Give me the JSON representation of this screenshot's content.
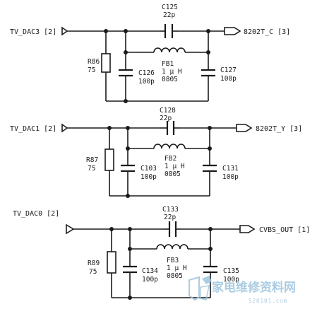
{
  "sections": [
    {
      "input_net": "TV_DAC3 [2]",
      "output_net": "8202T_C [3]",
      "resistor": {
        "ref": "R86",
        "value": "75"
      },
      "series_cap": {
        "ref": "C125",
        "value": "22p"
      },
      "bead": {
        "ref": "FB1",
        "value": "1 μ H",
        "package": "0805"
      },
      "shunt_cap_left": {
        "ref": "C126",
        "value": "100p"
      },
      "shunt_cap_right": {
        "ref": "C127",
        "value": "100p"
      }
    },
    {
      "input_net": "TV_DAC1 [2]",
      "output_net": "8202T_Y [3]",
      "resistor": {
        "ref": "R87",
        "value": "75"
      },
      "series_cap": {
        "ref": "C128",
        "value": "22p"
      },
      "bead": {
        "ref": "FB2",
        "value": "1 μ H",
        "package": "0805"
      },
      "shunt_cap_left": {
        "ref": "C103",
        "value": "100p"
      },
      "shunt_cap_right": {
        "ref": "C131",
        "value": "100p"
      }
    },
    {
      "input_net": "TV_DAC0 [2]",
      "output_net": "CVBS_OUT [1]",
      "resistor": {
        "ref": "R89",
        "value": "75"
      },
      "series_cap": {
        "ref": "C133",
        "value": "22p"
      },
      "bead": {
        "ref": "FB3",
        "value": "1 μ H",
        "package": "0805"
      },
      "shunt_cap_left": {
        "ref": "C134",
        "value": "100p"
      },
      "shunt_cap_right": {
        "ref": "C135",
        "value": "100p"
      }
    }
  ],
  "watermark": {
    "text": "家电维修资料网",
    "subtext": "520101.com"
  },
  "colors": {
    "ink": "#1a1a1a",
    "watermark": "#9ec4de"
  }
}
